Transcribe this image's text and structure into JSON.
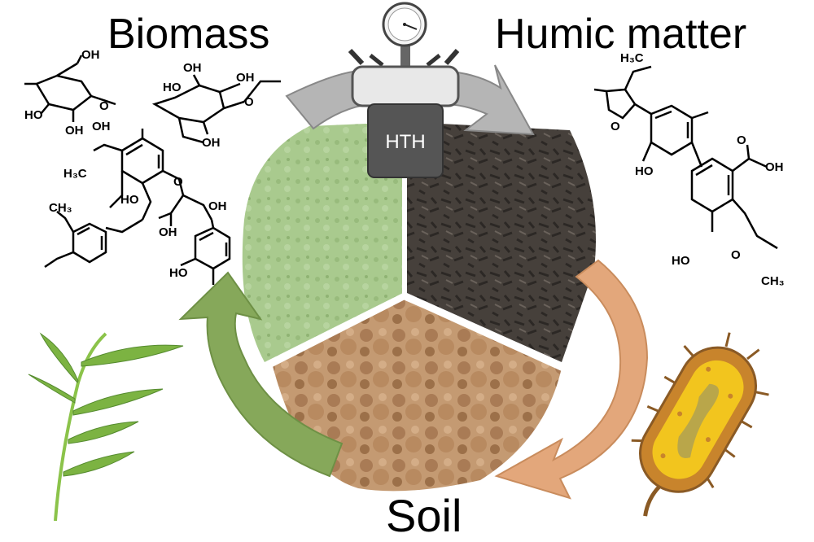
{
  "labels": {
    "biomass": "Biomass",
    "humic_matter": "Humic matter",
    "soil": "Soil",
    "reactor": "HTH"
  },
  "chem": {
    "oh": "OH",
    "ho": "HO",
    "o": "O",
    "ome_h3c": "H₃C",
    "ch3_top": "CH₃",
    "methyl_h3c": "H₃C",
    "cooh_o": "O",
    "cooh_oh": "OH",
    "ch3_end": "CH₃"
  },
  "colors": {
    "green_arrow": "#86a85a",
    "orange_arrow": "#e3a77b",
    "gray_arrow": "#b5b5b5",
    "green_powder": "#a8c98c",
    "dark_humic": "#3e3935",
    "soil": "#b98b63",
    "reactor_body": "#555555",
    "bacterium_outer": "#c8842c",
    "bacterium_inner": "#f2c51e",
    "leaf": "#7cb342"
  },
  "icons": [
    "pressure-gauge-icon",
    "reactor-vessel-icon",
    "leaf-branch-icon",
    "bacterium-icon"
  ]
}
